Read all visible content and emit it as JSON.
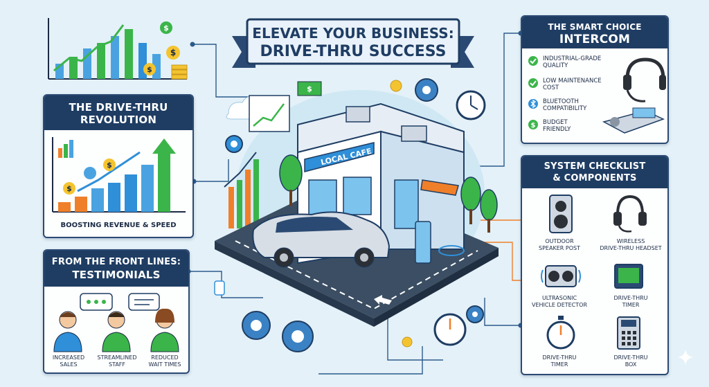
{
  "banner": {
    "line1": "ELEVATE YOUR BUSINESS:",
    "line2": "DRIVE-THRU SUCCESS"
  },
  "revolution": {
    "title_line1": "THE DRIVE-THRU",
    "title_line2": "REVOLUTION",
    "caption": "BOOSTING REVENUE & SPEED"
  },
  "testimonials": {
    "title_line1": "FROM THE FRONT LINES:",
    "title_line2": "TESTIMONIALS",
    "people": [
      {
        "line1": "INCREASED",
        "line2": "SALES"
      },
      {
        "line1": "STREAMLINED",
        "line2": "STAFF"
      },
      {
        "line1": "REDUCED",
        "line2": "WAIT TIMES"
      }
    ]
  },
  "intercom": {
    "title_line1": "THE SMART CHOICE",
    "title_line2": "INTERCOM",
    "features": [
      {
        "line1": "INDUSTRIAL-GRADE",
        "line2": "QUALITY"
      },
      {
        "line1": "LOW MAINTENANCE",
        "line2": "COST"
      },
      {
        "line1": "BLUETOOTH",
        "line2": "COMPATIBILITY"
      },
      {
        "line1": "BUDGET",
        "line2": "FRIENDLY"
      }
    ]
  },
  "checklist": {
    "title_line1": "SYSTEM CHECKLIST",
    "title_line2": "& COMPONENTS",
    "items": [
      {
        "line1": "OUTDOOR",
        "line2": "SPEAKER POST"
      },
      {
        "line1": "WIRELESS",
        "line2": "DRIVE-THRU HEADSET"
      },
      {
        "line1": "ULTRASONIC",
        "line2": "VEHICLE DETECTOR"
      },
      {
        "line1": "DRIVE-THRU",
        "line2": "TIMER"
      },
      {
        "line1": "DRIVE-THRU",
        "line2": "TIMER"
      },
      {
        "line1": "DRIVE-THRU",
        "line2": "BOX"
      }
    ]
  },
  "store": {
    "sign": "LOCAL CAFE"
  },
  "colors": {
    "navy": "#1f3d63",
    "accent_green": "#3bb54a",
    "accent_orange": "#f07f2a",
    "accent_blue": "#2f8fd8"
  }
}
